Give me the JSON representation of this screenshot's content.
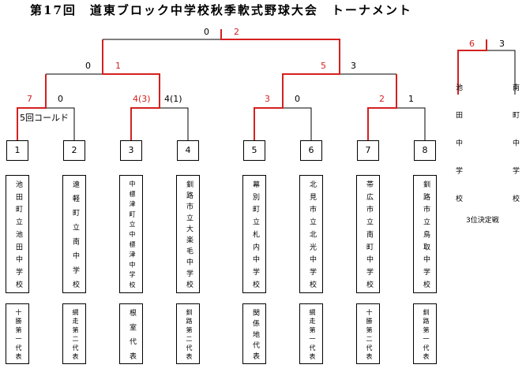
{
  "title": "第17回　道東ブロック中学校秋季軟式野球大会　トーナメント",
  "colors": {
    "winner": "#d42020",
    "line": "#000000"
  },
  "final": {
    "left_score": "0",
    "right_score": "2"
  },
  "semis": [
    {
      "left_score": "0",
      "right_score": "1"
    },
    {
      "left_score": "5",
      "right_score": "3"
    }
  ],
  "first_round": [
    {
      "left_score": "7",
      "right_score": "0",
      "note": "5回コールド"
    },
    {
      "left_score": "4(3)",
      "right_score": "4(1)"
    },
    {
      "left_score": "3",
      "right_score": "0"
    },
    {
      "left_score": "2",
      "right_score": "1"
    }
  ],
  "teams": [
    {
      "seed": "1",
      "name": "池田町立池田中学校",
      "rep": "十勝第一代表"
    },
    {
      "seed": "2",
      "name": "遠軽町立南中学校",
      "rep": "網走第二代表"
    },
    {
      "seed": "3",
      "name": "中標津町立中標津中学校",
      "rep": "根室代表"
    },
    {
      "seed": "4",
      "name": "釧路市立大楽毛中学校",
      "rep": "釧路第二代表"
    },
    {
      "seed": "5",
      "name": "幕別町立札内中学校",
      "rep": "関係地代表"
    },
    {
      "seed": "6",
      "name": "北見市立北光中学校",
      "rep": "網走第一代表"
    },
    {
      "seed": "7",
      "name": "帯広市立南町中学校",
      "rep": "十勝第二代表"
    },
    {
      "seed": "8",
      "name": "釧路市立鳥取中学校",
      "rep": "釧路第一代表"
    }
  ],
  "third_place": {
    "caption": "3位決定戦",
    "left_team": "池田中学校",
    "right_team": "南町中学校",
    "left_score": "6",
    "right_score": "3"
  }
}
